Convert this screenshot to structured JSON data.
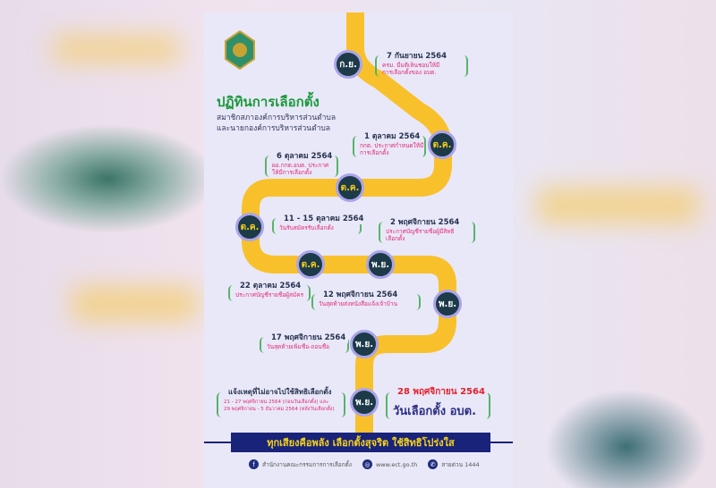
{
  "header": {
    "title": "ปฏิทินการเลือกตั้ง",
    "subtitle_line1": "สมาชิกสภาองค์การบริหารส่วนตำบล",
    "subtitle_line2": "และนายกองค์การบริหารส่วนตำบล"
  },
  "months": {
    "sep": "ก.ย.",
    "oct": "ต.ค.",
    "nov": "พ.ย."
  },
  "events": [
    {
      "date": "7 กันยายน 2564",
      "text1": "ครม. มีมติเห็นชอบให้มี",
      "text2": "การเลือกตั้งของ อบต."
    },
    {
      "date": "1 ตุลาคม 2564",
      "text1": "กกต. ประกาศกำหนดให้มี",
      "text2": "การเลือกตั้ง"
    },
    {
      "date": "6 ตุลาคม 2564",
      "text1": "ผอ.กกต.อบต. ประกาศ",
      "text2": "ให้มีการเลือกตั้ง"
    },
    {
      "date": "11 - 15 ตุลาคม 2564",
      "text1": "วันรับสมัครรับเลือกตั้ง",
      "text2": ""
    },
    {
      "date": "2 พฤศจิกายน 2564",
      "text1": "ประกาศบัญชีรายชื่อผู้มีสิทธิ",
      "text2": "เลือกตั้ง"
    },
    {
      "date": "22 ตุลาคม 2564",
      "text1": "ประกาศบัญชีรายชื่อผู้สมัคร",
      "text2": ""
    },
    {
      "date": "12 พฤศจิกายน 2564",
      "text1": "วันสุดท้ายส่งหนังสือแจ้งเจ้าบ้าน",
      "text2": ""
    },
    {
      "date": "17 พฤศจิกายน 2564",
      "text1": "วันสุดท้ายเพิ่มชื่อ-ถอนชื่อ",
      "text2": ""
    },
    {
      "date": "แจ้งเหตุที่ไม่อาจไปใช้สิทธิเลือกตั้ง",
      "text1": "21 - 27 พฤศจิกายน 2564 (ก่อนวันเลือกตั้ง) และ",
      "text2": "29 พฤศจิกายน - 5 ธันวาคม 2564 (หลังวันเลือกตั้ง)"
    }
  ],
  "election_day": {
    "date": "28 พฤศจิกายน 2564",
    "label": "วันเลือกตั้ง อบต."
  },
  "slogan": "ทุกเสียงคือพลัง เลือกตั้งสุจริต ใช้สิทธิโปร่งใส",
  "footer": {
    "facebook": "สำนักงานคณะกรรมการการเลือกตั้ง",
    "website": "www.ect.go.th",
    "hotline": "สายด่วน 1444"
  },
  "colors": {
    "road": "#f8c12c",
    "circle": "#1c3a48",
    "accent": "#e2287a",
    "title": "#1a9a3c",
    "banner": "#19237a"
  }
}
